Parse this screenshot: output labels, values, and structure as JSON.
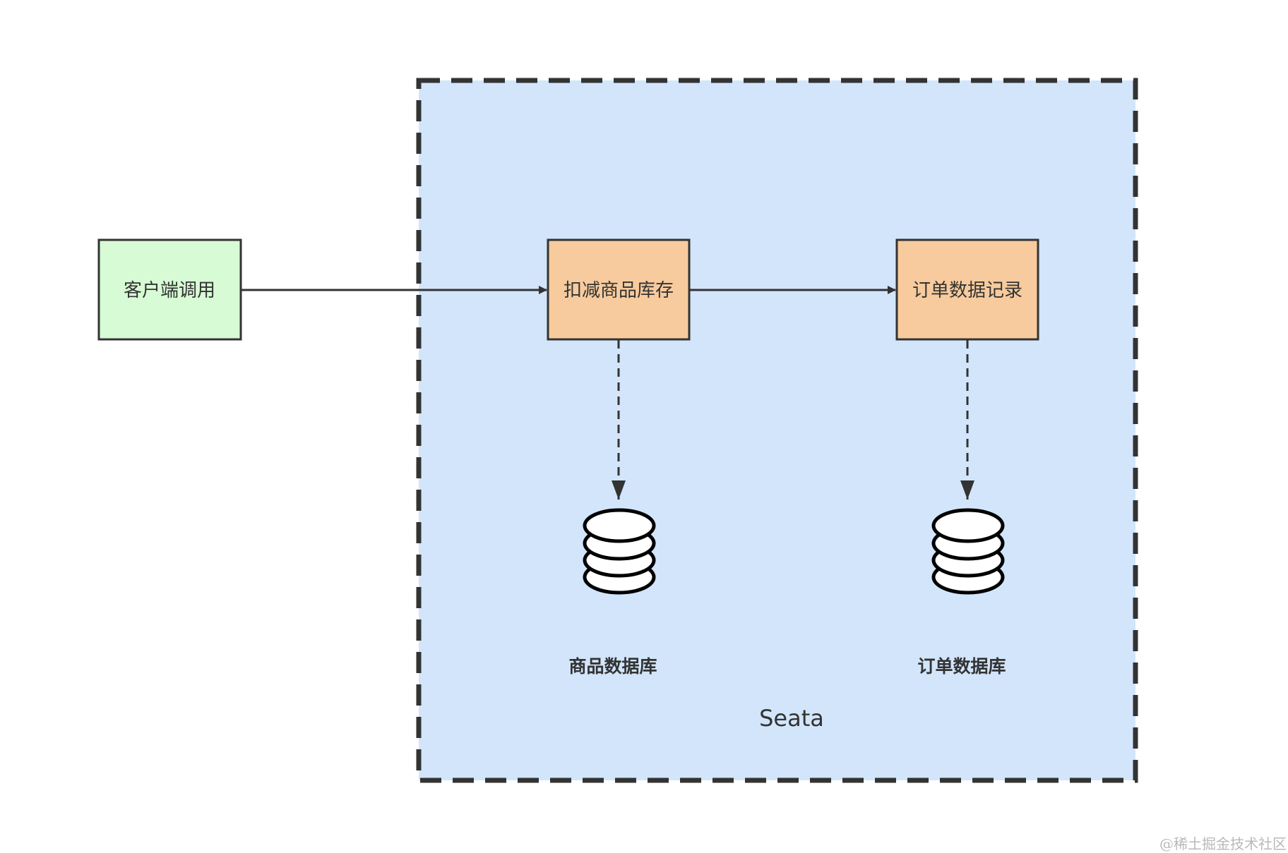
{
  "colors": {
    "group_fill": "#d2e5fb",
    "group_border": "#333333",
    "client_fill": "#d7fbd4",
    "service_fill": "#f7cb9d",
    "stroke": "#333333"
  },
  "nodes": {
    "client": {
      "label": "客户端调用"
    },
    "deduct_stock": {
      "label": "扣减商品库存"
    },
    "order_record": {
      "label": "订单数据记录"
    }
  },
  "databases": {
    "product_db": {
      "label": "商品数据库",
      "icon": "database-icon"
    },
    "order_db": {
      "label": "订单数据库",
      "icon": "database-icon"
    }
  },
  "group": {
    "label": "Seata"
  },
  "edges": [
    {
      "from": "client",
      "to": "deduct_stock",
      "style": "solid"
    },
    {
      "from": "deduct_stock",
      "to": "order_record",
      "style": "solid"
    },
    {
      "from": "deduct_stock",
      "to": "product_db",
      "style": "dashed"
    },
    {
      "from": "order_record",
      "to": "order_db",
      "style": "dashed"
    }
  ],
  "watermark": "@稀土掘金技术社区"
}
